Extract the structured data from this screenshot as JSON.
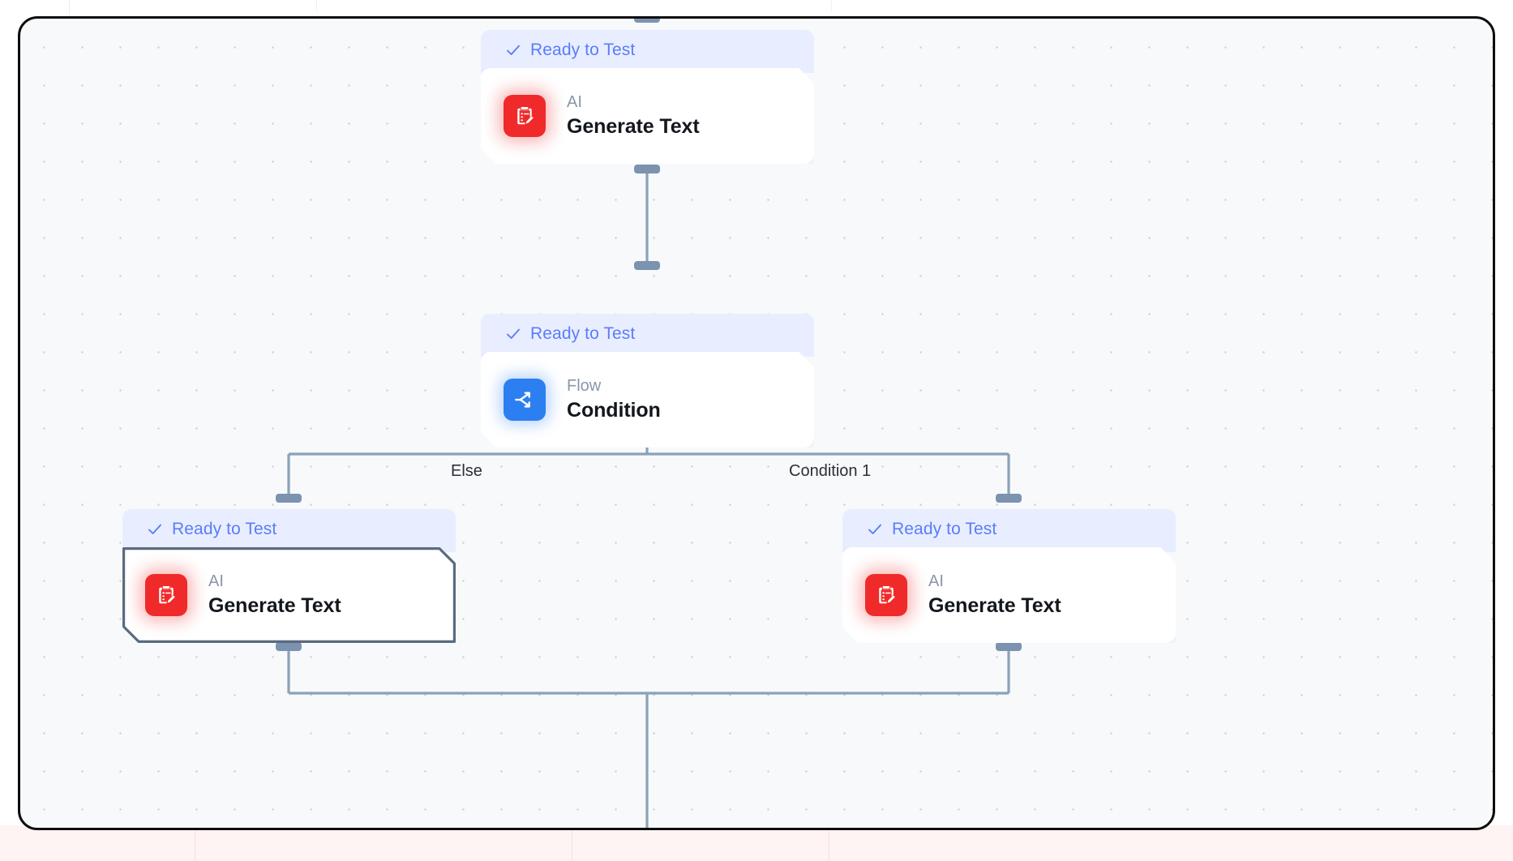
{
  "canvas": {
    "background_color": "#f7f9fb",
    "border_color": "#0d0d0f",
    "grid_dot_color": "#c9cfd8",
    "grid_spacing": 47
  },
  "theme": {
    "status_text_color": "#5b7cfa",
    "status_bg_color": "#e8eeff",
    "ai_icon_color": "#f02a2a",
    "flow_icon_color": "#2b7ff0",
    "wire_color": "#8aa2b8",
    "port_color": "#7b93ae",
    "selected_border_color": "#5a6b80"
  },
  "nodes": [
    {
      "id": "generate-text-top",
      "status": "Ready to Test",
      "status_icon": "check-icon",
      "kind": "AI",
      "title": "Generate Text",
      "icon": "clipboard-pencil-icon",
      "selected": false
    },
    {
      "id": "condition",
      "status": "Ready to Test",
      "status_icon": "check-icon",
      "kind": "Flow",
      "title": "Condition",
      "icon": "branch-split-icon",
      "selected": false
    },
    {
      "id": "generate-text-else",
      "status": "Ready to Test",
      "status_icon": "check-icon",
      "kind": "AI",
      "title": "Generate Text",
      "icon": "clipboard-pencil-icon",
      "selected": true
    },
    {
      "id": "generate-text-condition1",
      "status": "Ready to Test",
      "status_icon": "check-icon",
      "kind": "AI",
      "title": "Generate Text",
      "icon": "clipboard-pencil-icon",
      "selected": false
    }
  ],
  "edges": [
    {
      "id": "edge-else",
      "label": "Else"
    },
    {
      "id": "edge-condition-1",
      "label": "Condition 1"
    }
  ]
}
